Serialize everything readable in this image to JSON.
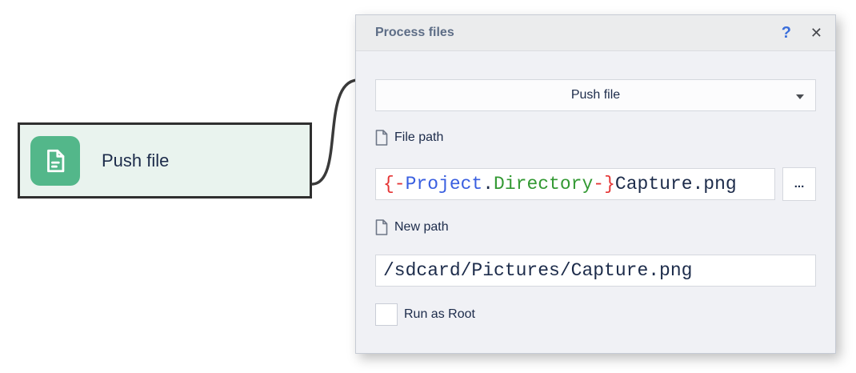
{
  "node": {
    "label": "Push file",
    "icon": "file-document-icon",
    "colors": {
      "background": "#e9f3ee",
      "border": "#2f2f2f",
      "icon_background": "#53b78a"
    }
  },
  "connector": {
    "color": "#3a3a3a"
  },
  "panel": {
    "title": "Process files",
    "help_label": "?",
    "close_label": "✕",
    "action_dropdown": {
      "value": "Push file"
    },
    "fields": {
      "file_path": {
        "label": "File path",
        "segments": [
          {
            "text": "{-",
            "color": "#e53535"
          },
          {
            "text": "Project",
            "color": "#3a5fe0"
          },
          {
            "text": ".",
            "color": "#1c2b4a"
          },
          {
            "text": "Directory",
            "color": "#339933"
          },
          {
            "text": "-}",
            "color": "#e53535"
          },
          {
            "text": "Capture.png",
            "color": "#1c2b4a"
          }
        ],
        "browse_label": "..."
      },
      "new_path": {
        "label": "New path",
        "value": "/sdcard/Pictures/Capture.png"
      }
    },
    "checkbox": {
      "label": "Run as Root",
      "checked": false
    },
    "colors": {
      "header_background": "#ebeced",
      "body_background": "#f0f1f5",
      "title_text": "#5d6d86",
      "help_accent": "#3a6edb",
      "field_text": "#1c2b4a"
    }
  }
}
